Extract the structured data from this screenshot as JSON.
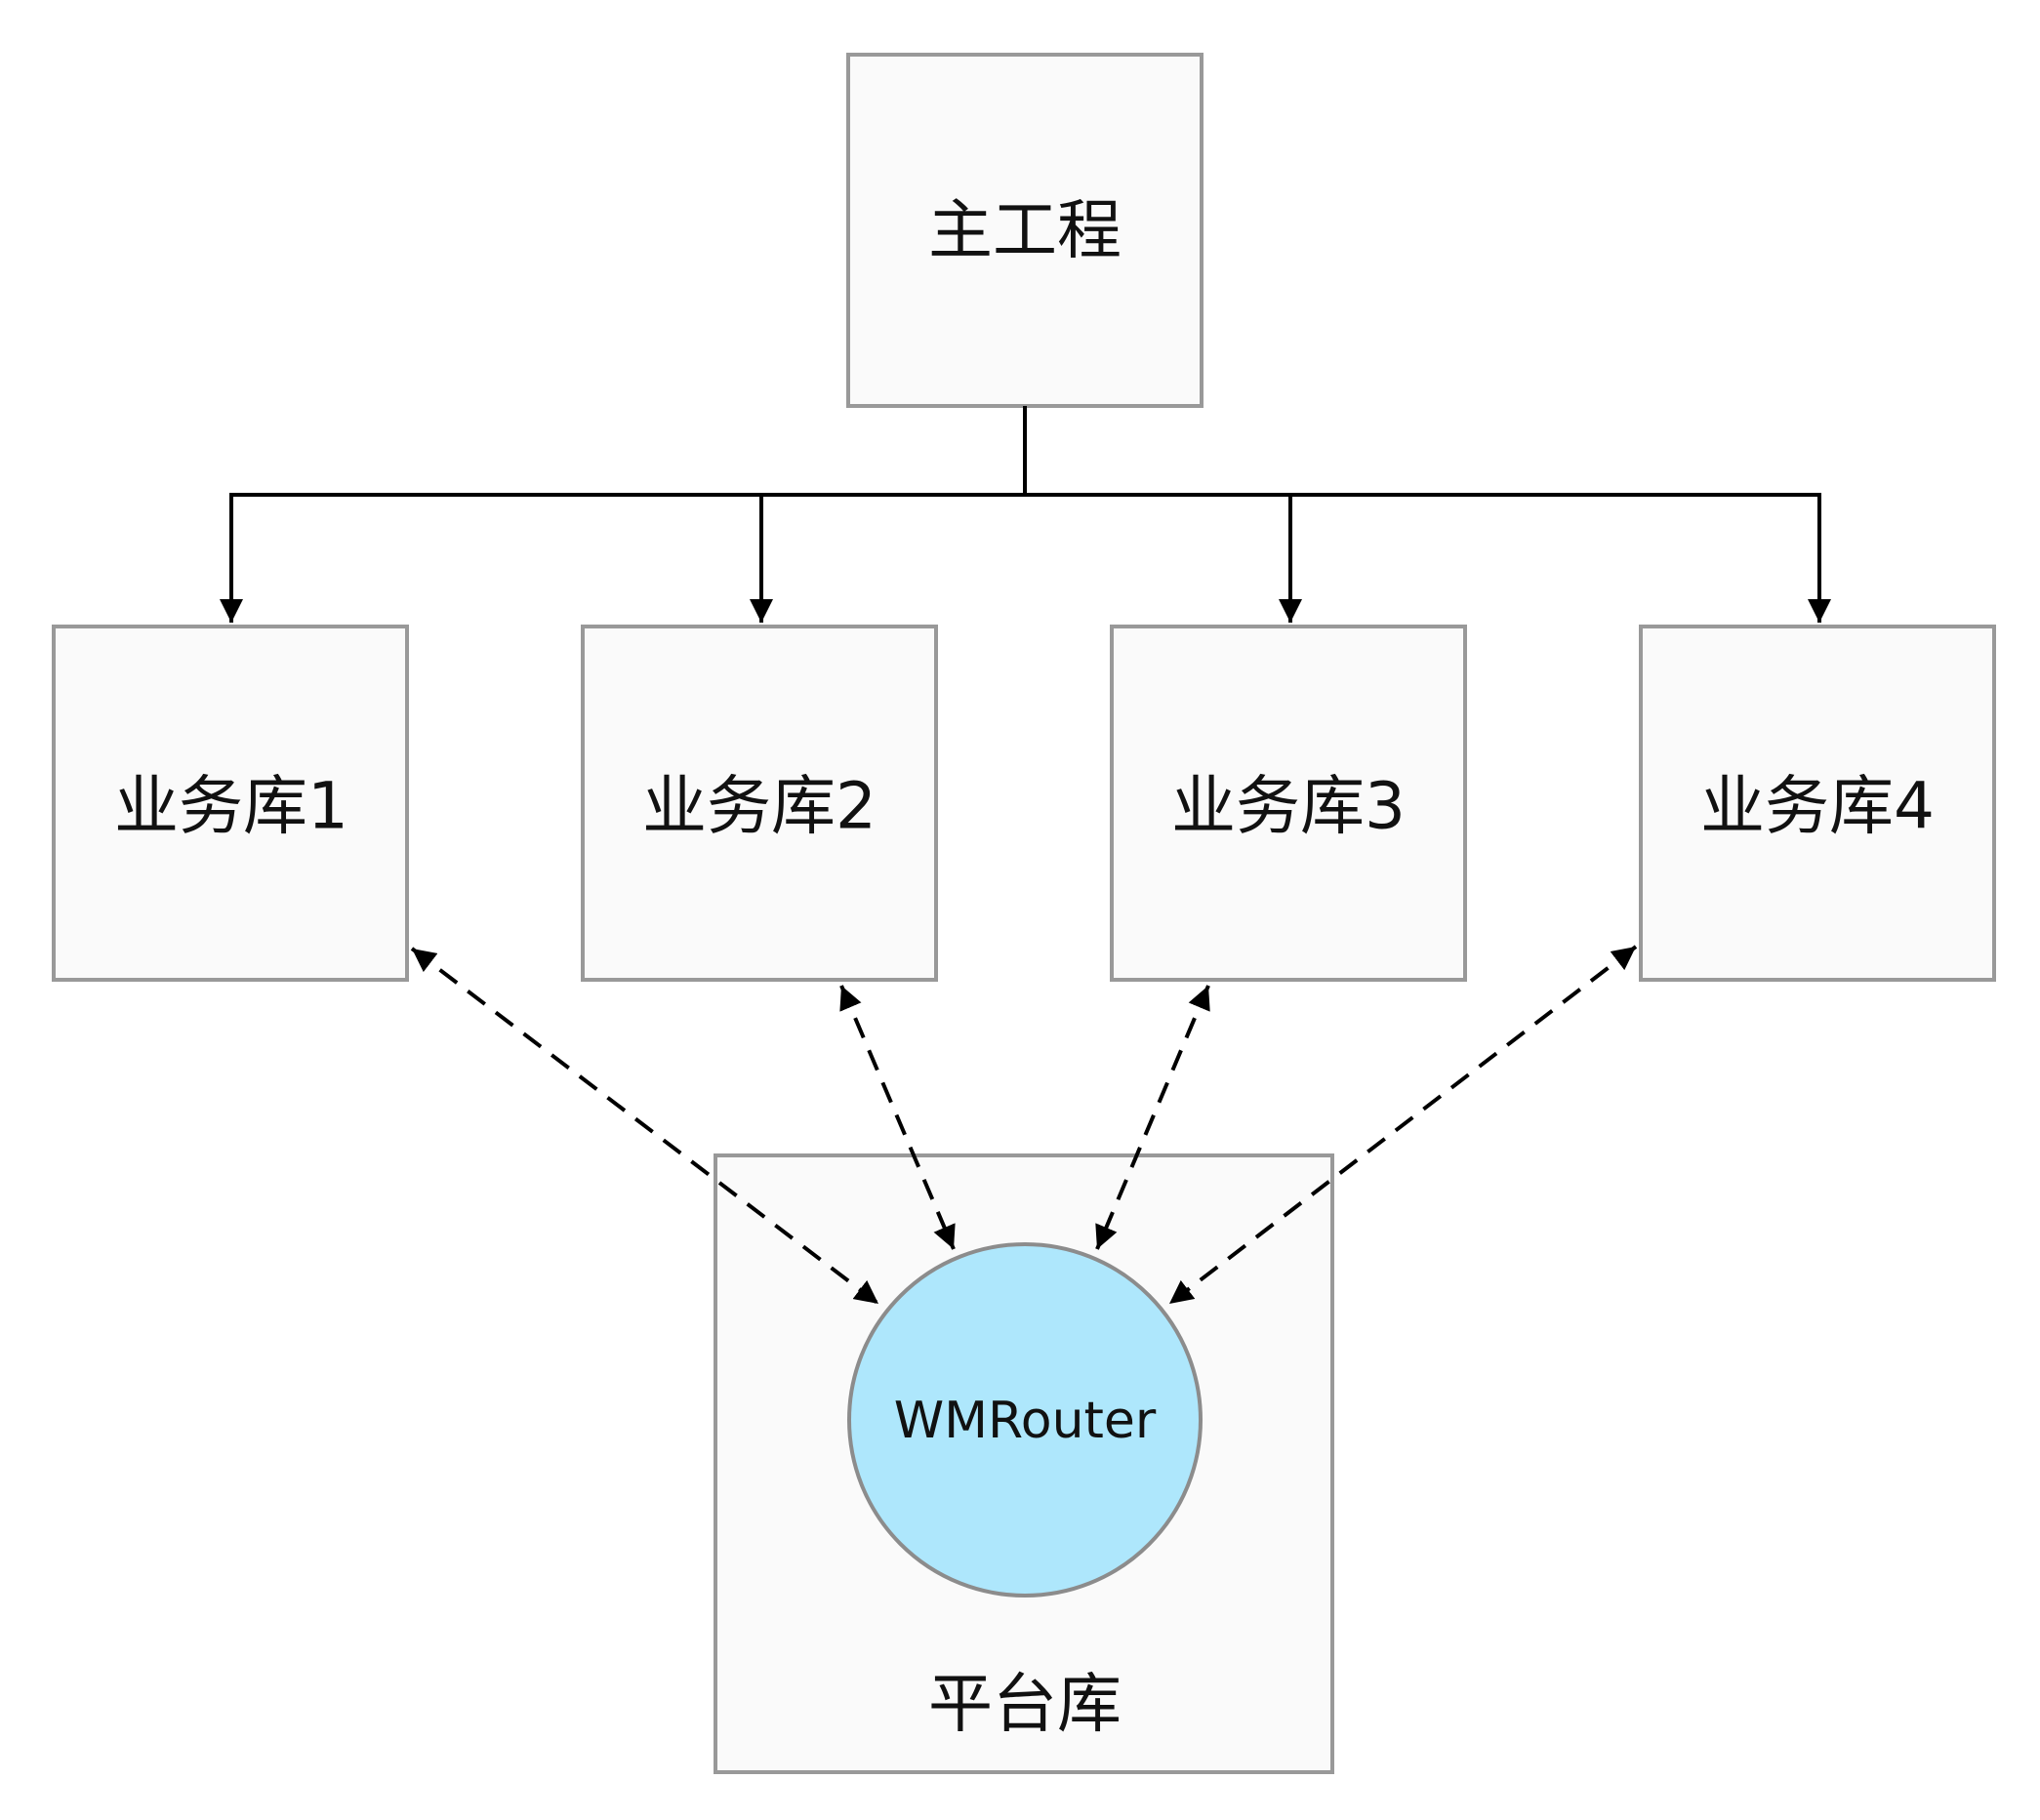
{
  "diagram": {
    "main_project": {
      "label": "主工程"
    },
    "business_libs": [
      {
        "label": "业务库1"
      },
      {
        "label": "业务库2"
      },
      {
        "label": "业务库3"
      },
      {
        "label": "业务库4"
      }
    ],
    "platform_lib": {
      "label": "平台库"
    },
    "router": {
      "label": "WMRouter",
      "fill_color": "#aee7fc"
    }
  }
}
